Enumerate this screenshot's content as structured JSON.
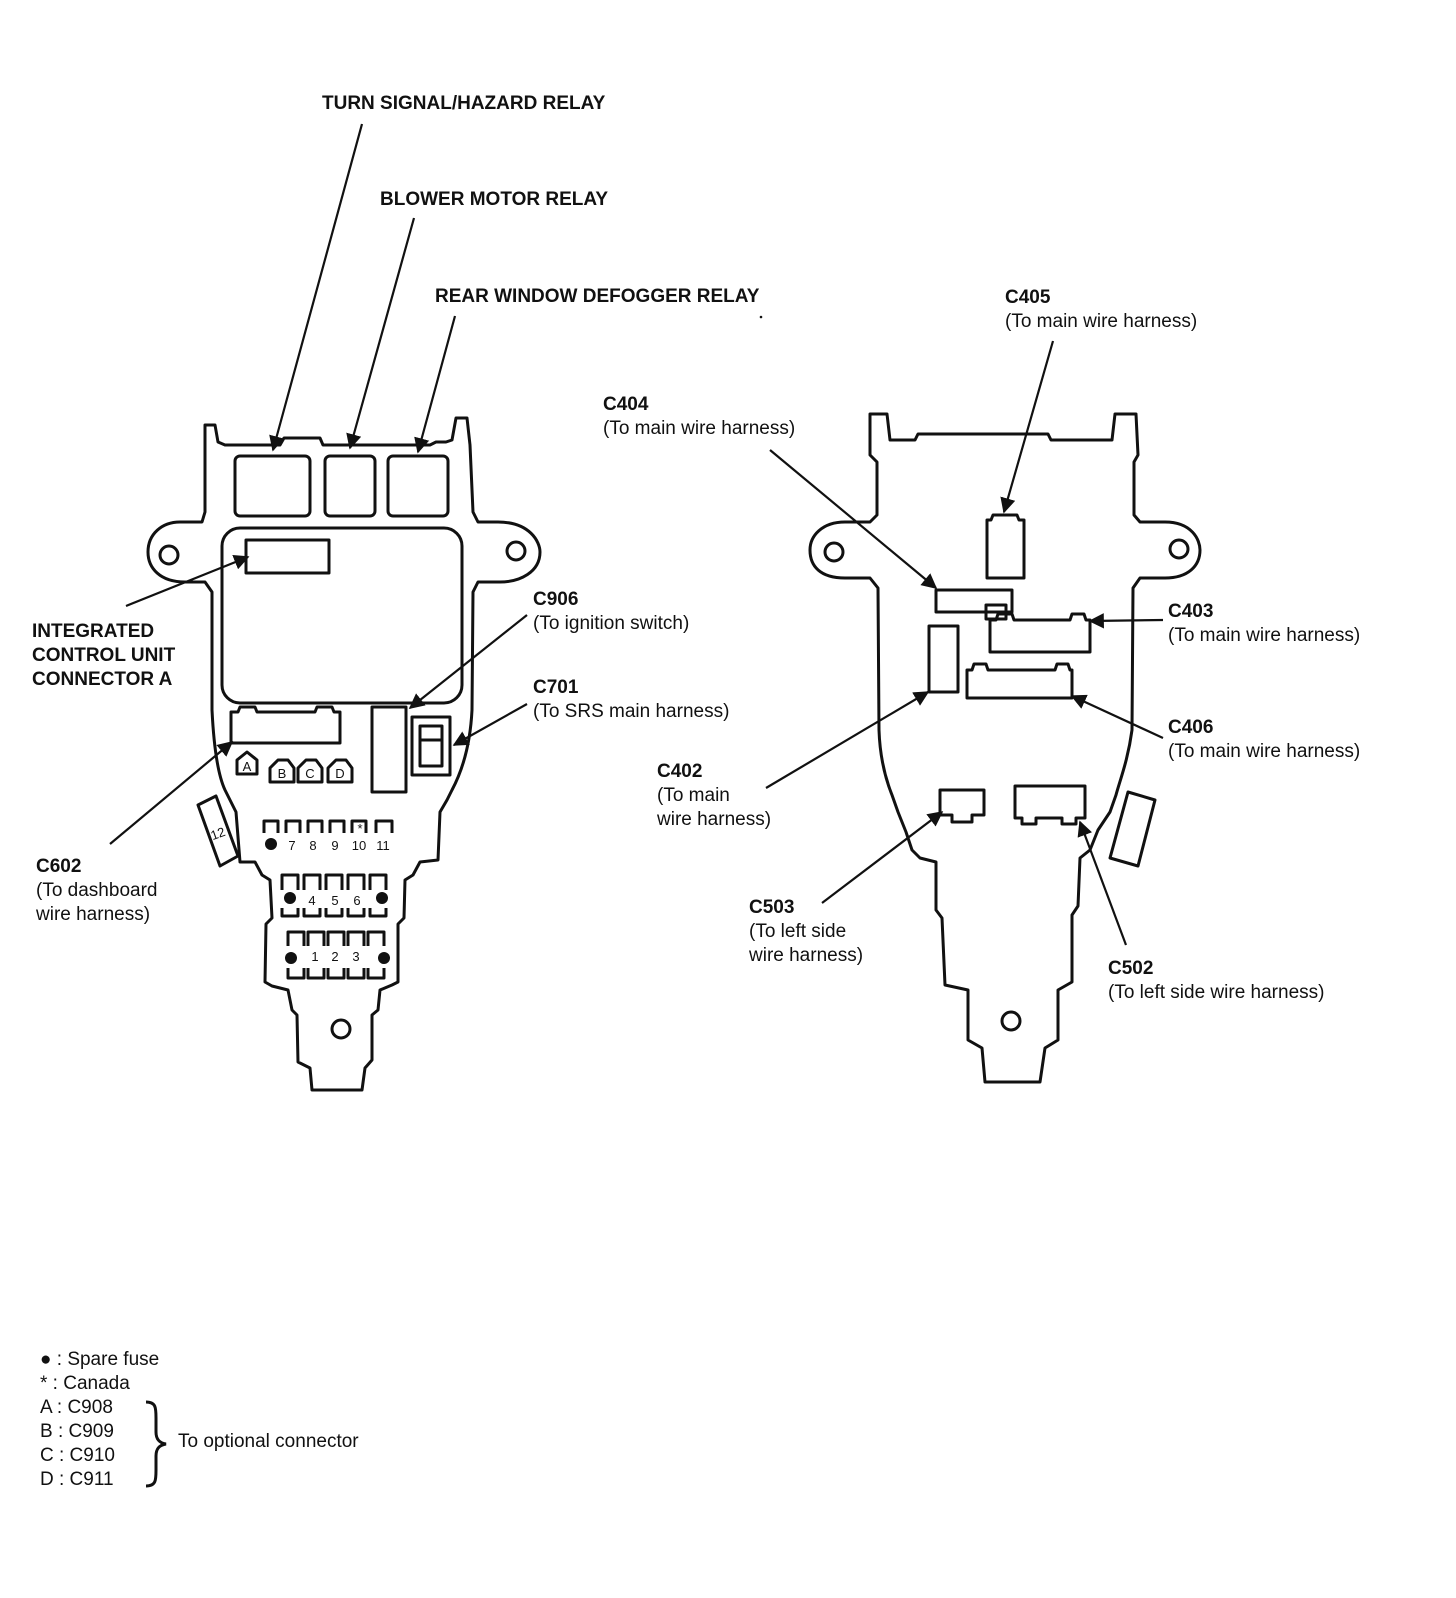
{
  "labels": {
    "turn_signal": "TURN SIGNAL/HAZARD RELAY",
    "blower": "BLOWER MOTOR RELAY",
    "defogger": "REAR WINDOW DEFOGGER RELAY",
    "icu_line1": "INTEGRATED",
    "icu_line2": "CONTROL UNIT",
    "icu_line3": "CONNECTOR A",
    "c906_code": "C906",
    "c906_desc": "(To ignition switch)",
    "c701_code": "C701",
    "c701_desc": "(To SRS main harness)",
    "c602_code": "C602",
    "c602_desc1": "(To dashboard",
    "c602_desc2": "wire harness)",
    "c405_code": "C405",
    "c405_desc": "(To main wire harness)",
    "c404_code": "C404",
    "c404_desc": "(To main wire harness)",
    "c403_code": "C403",
    "c403_desc": "(To main wire harness)",
    "c406_code": "C406",
    "c406_desc": "(To main wire harness)",
    "c402_code": "C402",
    "c402_desc1": "(To main",
    "c402_desc2": "wire harness)",
    "c503_code": "C503",
    "c503_desc1": "(To left side",
    "c503_desc2": "wire harness)",
    "c502_code": "C502",
    "c502_desc": "(To left side wire harness)"
  },
  "fuse_numbers": {
    "row1": [
      "7",
      "8",
      "9",
      "10",
      "11"
    ],
    "row2": [
      "4",
      "5",
      "6"
    ],
    "row3": [
      "1",
      "2",
      "3"
    ],
    "side": "12",
    "canada_mark": "*"
  },
  "optional_connectors": [
    "A",
    "B",
    "C",
    "D"
  ],
  "legend": {
    "spare": "● : Spare fuse",
    "canada": "* : Canada",
    "a": "A : C908",
    "b": "B : C909",
    "c": "C : C910",
    "d": "D : C911",
    "optional": "To optional connector"
  }
}
